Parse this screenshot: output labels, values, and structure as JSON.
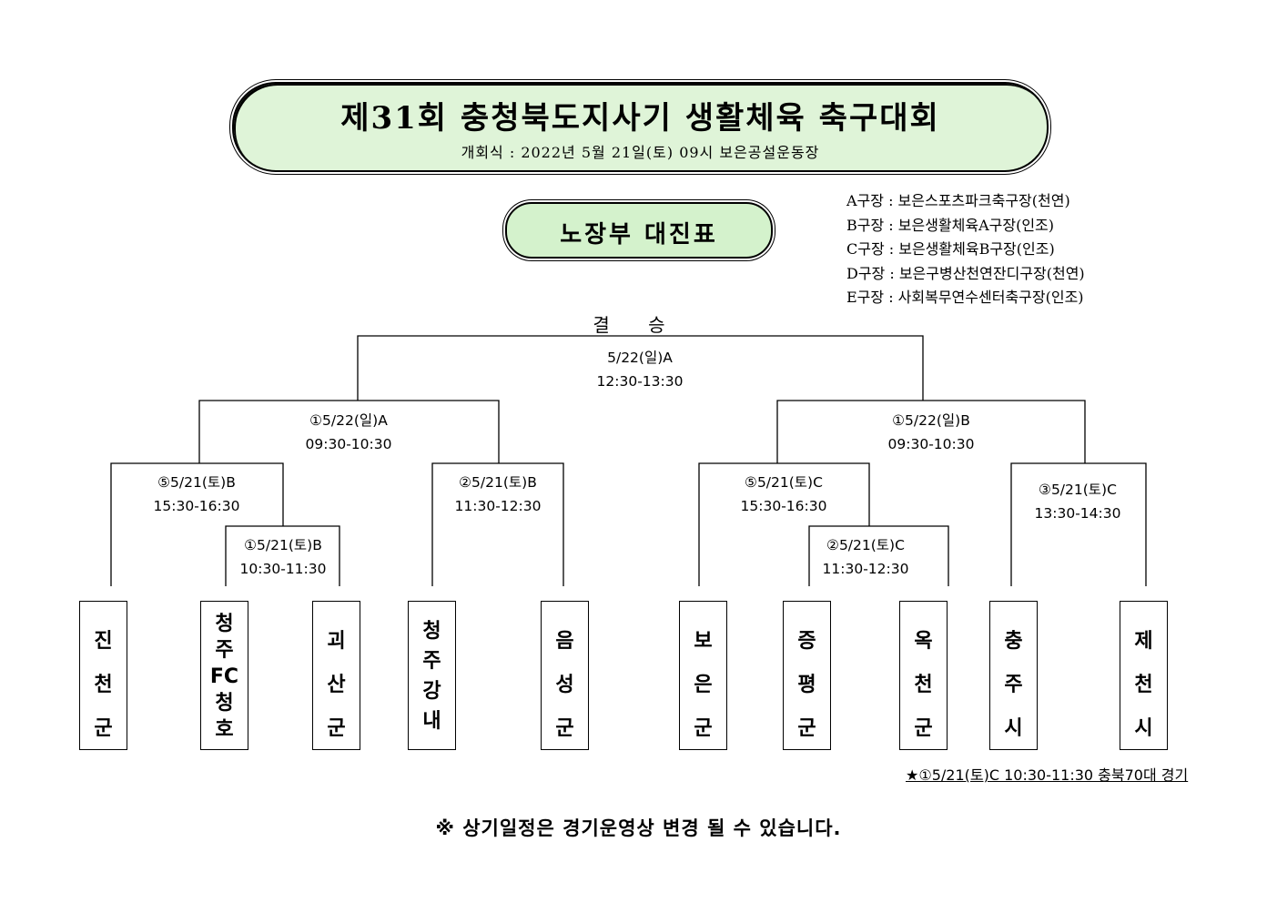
{
  "header": {
    "title": "제31회 충청북도지사기 생활체육 축구대회",
    "subtitle": "개회식 : 2022년 5월 21일(토) 09시 보은공설운동장"
  },
  "division": {
    "label": "노장부 대진표"
  },
  "venues": [
    "A구장 : 보은스포츠파크축구장(천연)",
    "B구장 : 보은생활체육A구장(인조)",
    "C구장 : 보은생활체육B구장(인조)",
    "D구장 : 보은구병산천연잔디구장(천연)",
    "E구장 : 사회복무연수센터축구장(인조)"
  ],
  "final": {
    "title": "결 승",
    "date": "5/22(일)A",
    "time": "12:30-13:30"
  },
  "matches": {
    "semi_left": {
      "date": "①5/22(일)A",
      "time": "09:30-10:30"
    },
    "semi_right": {
      "date": "①5/22(일)B",
      "time": "09:30-10:30"
    },
    "qf1": {
      "date": "⑤5/21(토)B",
      "time": "15:30-16:30"
    },
    "qf2": {
      "date": "②5/21(토)B",
      "time": "11:30-12:30"
    },
    "qf3": {
      "date": "⑤5/21(토)C",
      "time": "15:30-16:30"
    },
    "qf4": {
      "date": "③5/21(토)C",
      "time": "13:30-14:30"
    },
    "r1a": {
      "date": "①5/21(토)B",
      "time": "10:30-11:30"
    },
    "r1b": {
      "date": "②5/21(토)C",
      "time": "11:30-12:30"
    }
  },
  "teams": [
    [
      "진",
      "천",
      "군"
    ],
    [
      "청",
      "주",
      "FC",
      "청",
      "호"
    ],
    [
      "괴",
      "산",
      "군"
    ],
    [
      "청",
      "주",
      "강",
      "내"
    ],
    [
      "음",
      "성",
      "군"
    ],
    [
      "보",
      "은",
      "군"
    ],
    [
      "증",
      "평",
      "군"
    ],
    [
      "옥",
      "천",
      "군"
    ],
    [
      "충",
      "주",
      "시"
    ],
    [
      "제",
      "천",
      "시"
    ]
  ],
  "note": "★①5/21(토)C  10:30-11:30 충북70대 경기",
  "footer": "※ 상기일정은 경기운영상 변경 될 수 있습니다."
}
